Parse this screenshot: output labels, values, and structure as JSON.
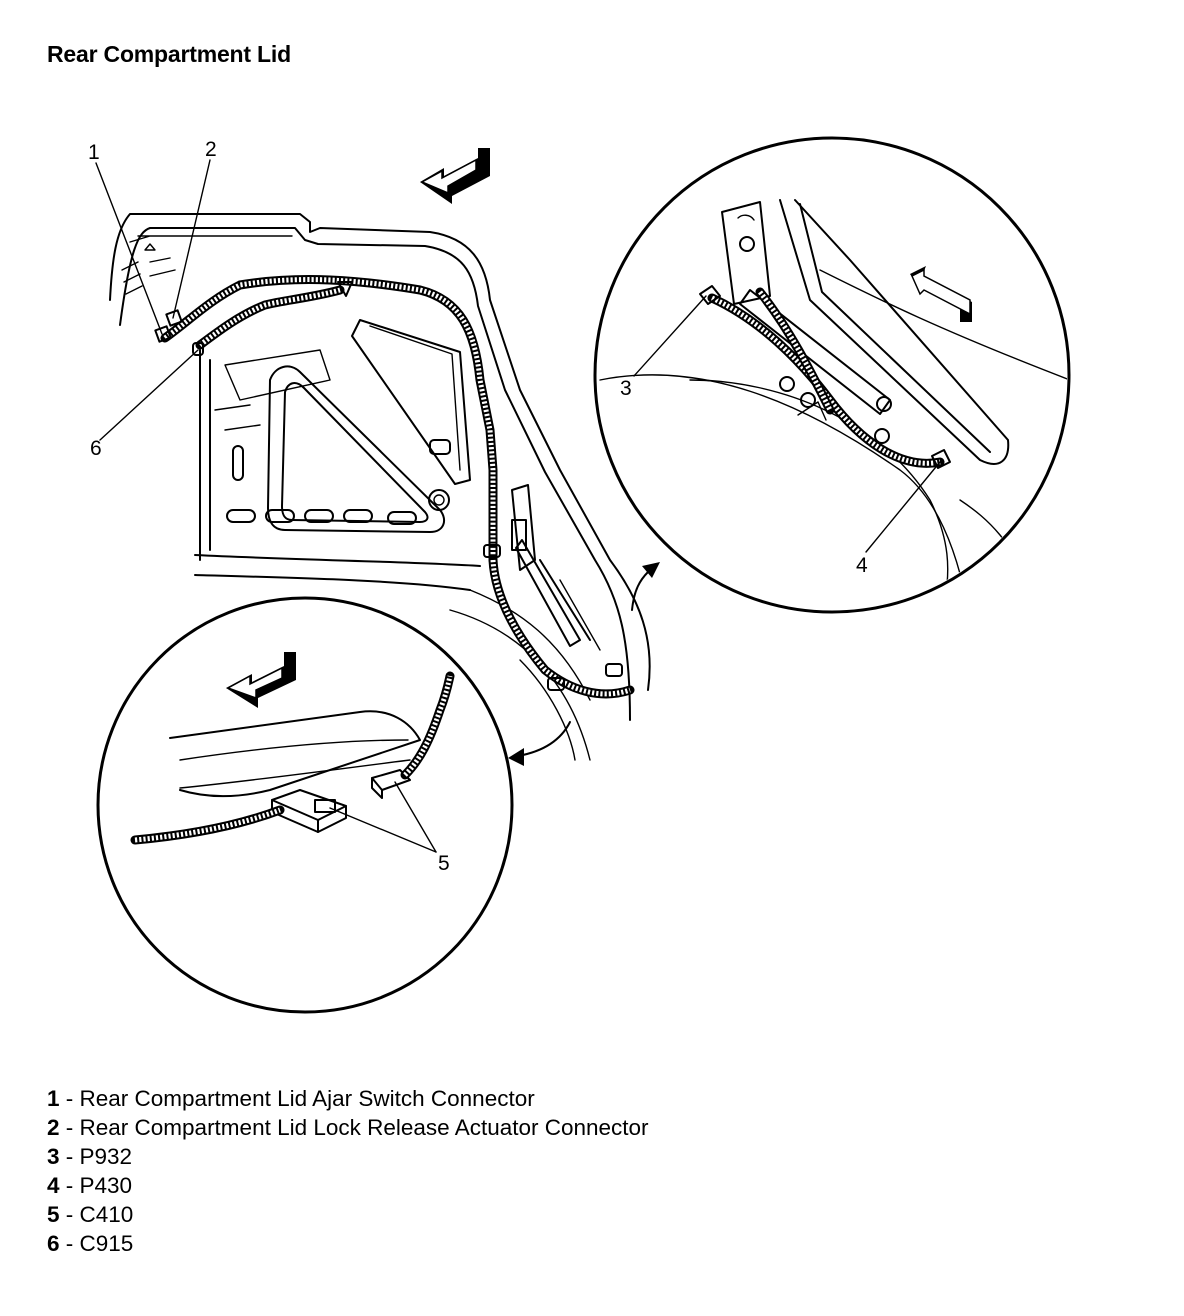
{
  "title": "Rear Compartment Lid",
  "callouts": [
    "1",
    "2",
    "3",
    "4",
    "5",
    "6"
  ],
  "legend": [
    {
      "num": "1",
      "sep": " - ",
      "text": "Rear Compartment Lid Ajar Switch Connector"
    },
    {
      "num": "2",
      "sep": " - ",
      "text": "Rear Compartment Lid Lock Release Actuator Connector"
    },
    {
      "num": "3",
      "sep": " - ",
      "text": "P932"
    },
    {
      "num": "4",
      "sep": " - ",
      "text": "P430"
    },
    {
      "num": "5",
      "sep": " - ",
      "text": "C410"
    },
    {
      "num": "6",
      "sep": " - ",
      "text": "C915"
    }
  ]
}
